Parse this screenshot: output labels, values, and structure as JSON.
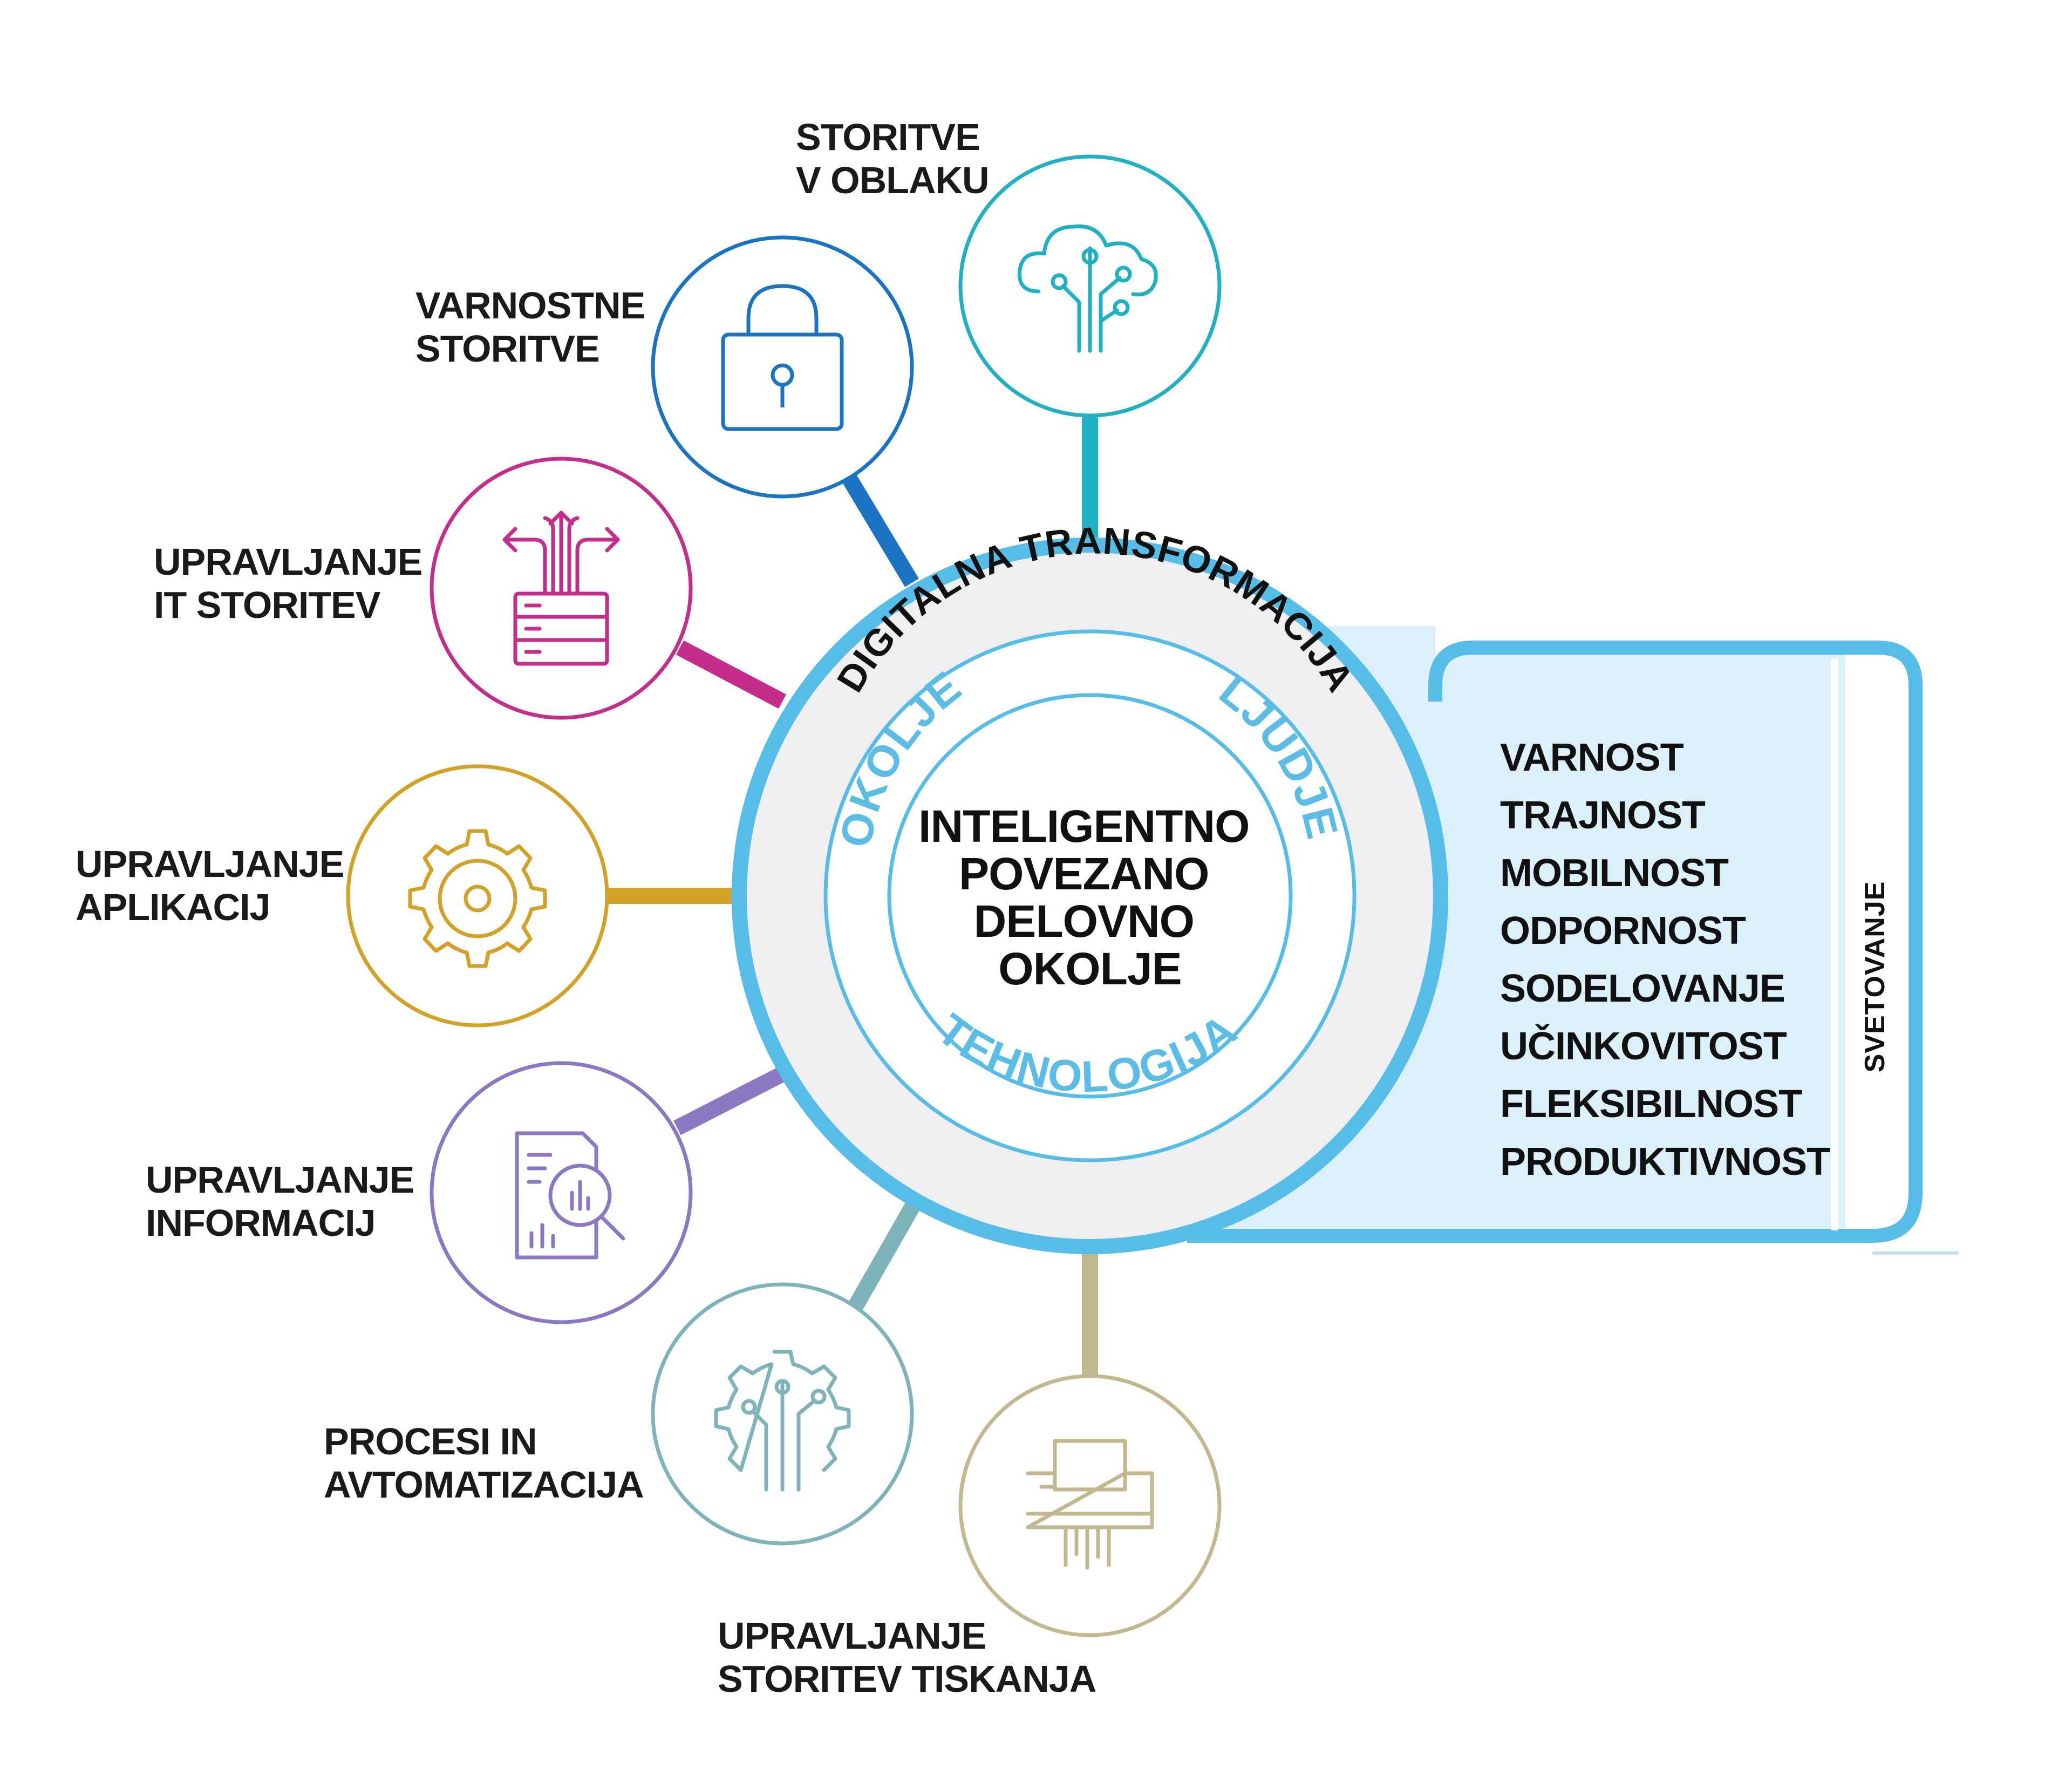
{
  "center": {
    "lines": [
      "INTELIGENTNO",
      "POVEZANO",
      "DELOVNO",
      "OKOLJE"
    ]
  },
  "ring": {
    "outer_label": "DIGITALNA TRANSFORMACIJA",
    "inner_left": "OKOLJE",
    "inner_right": "LJUDJE",
    "inner_bottom": "TEHNOLOGIJA"
  },
  "services": [
    {
      "id": "oblak",
      "lines": [
        "STORITVE",
        "V OBLAKU"
      ],
      "color": "#1fb0c4",
      "icon": "cloud-tree-icon"
    },
    {
      "id": "varnost",
      "lines": [
        "VARNOSTNE",
        "STORITVE"
      ],
      "color": "#1b73c4",
      "icon": "padlock-icon"
    },
    {
      "id": "it",
      "lines": [
        "UPRAVLJANJE",
        "IT STORITEV"
      ],
      "color": "#c42d8c",
      "icon": "server-arrows-icon"
    },
    {
      "id": "aplikacij",
      "lines": [
        "UPRAVLJANJE",
        "APLIKACIJ"
      ],
      "color": "#d2a126",
      "icon": "gear-icon"
    },
    {
      "id": "informacij",
      "lines": [
        "UPRAVLJANJE",
        "INFORMACIJ"
      ],
      "color": "#8a78c2",
      "icon": "document-search-icon"
    },
    {
      "id": "procesi",
      "lines": [
        "PROCESI IN",
        "AVTOMATIZACIJA"
      ],
      "color": "#7fb3ba",
      "icon": "gear-circuit-icon"
    },
    {
      "id": "tiskanje",
      "lines": [
        "UPRAVLJANJE",
        "STORITEV TISKANJA"
      ],
      "color": "#c2b88f",
      "icon": "printer-shredder-icon"
    }
  ],
  "benefits": [
    "VARNOST",
    "TRAJNOST",
    "MOBILNOST",
    "ODPORNOST",
    "SODELOVANJE",
    "UČINKOVITOST",
    "FLEKSIBILNOST",
    "PRODUKTIVNOST"
  ],
  "side_label": "SVETOVANJE",
  "colors": {
    "ring_blue": "#56bce8",
    "ring_fill": "#efeef1",
    "panel_fill": "#dcf0f9"
  }
}
